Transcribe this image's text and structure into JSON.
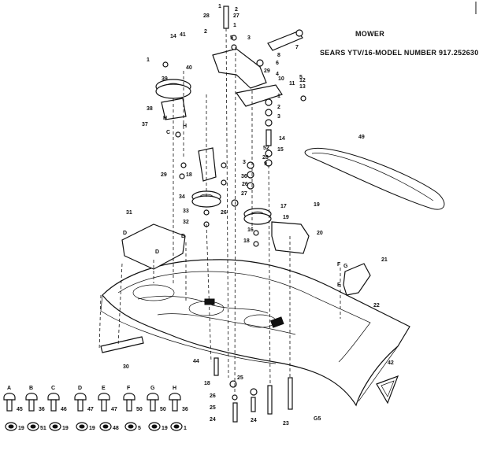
{
  "header": {
    "title": "MOWER",
    "model_line": "SEARS YTV/16-MODEL NUMBER 917.252630"
  },
  "footer_code": "G5",
  "callouts": [
    "1",
    "28",
    "2",
    "14",
    "2",
    "27",
    "1",
    "5",
    "41",
    "3",
    "8",
    "7",
    "40",
    "6",
    "39",
    "4",
    "29",
    "10",
    "11",
    "12",
    "13",
    "1",
    "38",
    "5",
    "37",
    "H",
    "C",
    "H",
    "1",
    "2",
    "3",
    "14",
    "15",
    "52",
    "28",
    "9",
    "29",
    "3",
    "36",
    "26",
    "18",
    "27",
    "26",
    "34",
    "33",
    "32",
    "31",
    "D",
    "D",
    "D",
    "17",
    "19",
    "19",
    "16",
    "18",
    "20",
    "21",
    "F",
    "G",
    "E",
    "22",
    "30",
    "44",
    "18",
    "25",
    "26",
    "25",
    "24",
    "24",
    "23",
    "42",
    "49"
  ],
  "bolt_row": {
    "letters": [
      "A",
      "B",
      "C",
      "D",
      "E",
      "F",
      "G",
      "H"
    ],
    "bolt_numbers": [
      "45",
      "36",
      "46",
      "47",
      "47",
      "50",
      "50",
      "36"
    ],
    "nut_numbers": [
      "19",
      "51",
      "19",
      "19",
      "48",
      "5",
      "19",
      "1"
    ]
  }
}
